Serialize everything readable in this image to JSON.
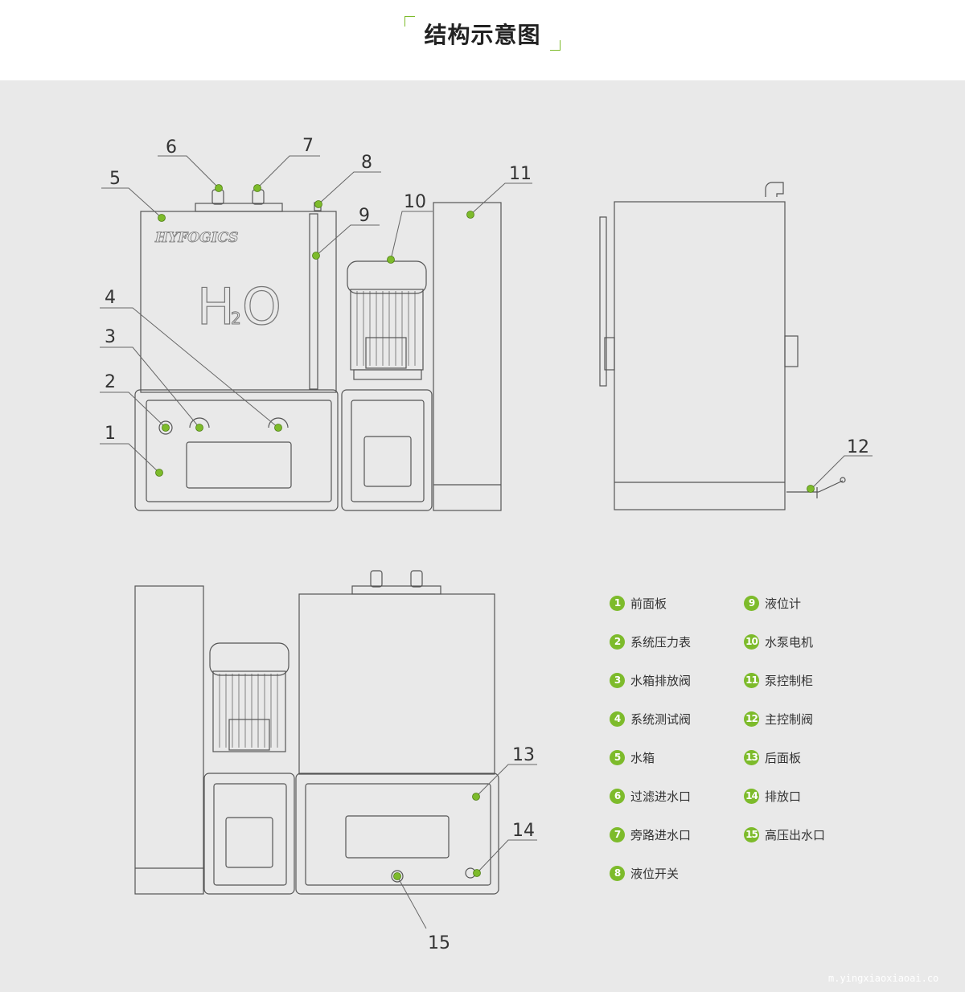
{
  "title": "结构示意图",
  "colors": {
    "accent": "#7dbb2b",
    "line": "#555555",
    "panel": "#e9e9e9"
  },
  "callout_numbers": [
    "1",
    "2",
    "3",
    "4",
    "5",
    "6",
    "7",
    "8",
    "9",
    "10",
    "11",
    "12",
    "13",
    "14",
    "15"
  ],
  "product": {
    "brand_logo": "HYFOGICS",
    "tank_mark_h": "H",
    "tank_mark_sub": "2",
    "tank_mark_o": "O"
  },
  "legend": [
    {
      "num": "1",
      "label": "前面板"
    },
    {
      "num": "2",
      "label": "系统压力表"
    },
    {
      "num": "3",
      "label": "水箱排放阀"
    },
    {
      "num": "4",
      "label": "系统测试阀"
    },
    {
      "num": "5",
      "label": "水箱"
    },
    {
      "num": "6",
      "label": "过滤进水口"
    },
    {
      "num": "7",
      "label": "旁路进水口"
    },
    {
      "num": "8",
      "label": "液位开关"
    },
    {
      "num": "9",
      "label": "液位计"
    },
    {
      "num": "10",
      "label": "水泵电机"
    },
    {
      "num": "11",
      "label": "泵控制柜"
    },
    {
      "num": "12",
      "label": "主控制阀"
    },
    {
      "num": "13",
      "label": "后面板"
    },
    {
      "num": "14",
      "label": "排放口"
    },
    {
      "num": "15",
      "label": "高压出水口"
    }
  ],
  "watermark": "m.yingxiaoxiaoai.co"
}
